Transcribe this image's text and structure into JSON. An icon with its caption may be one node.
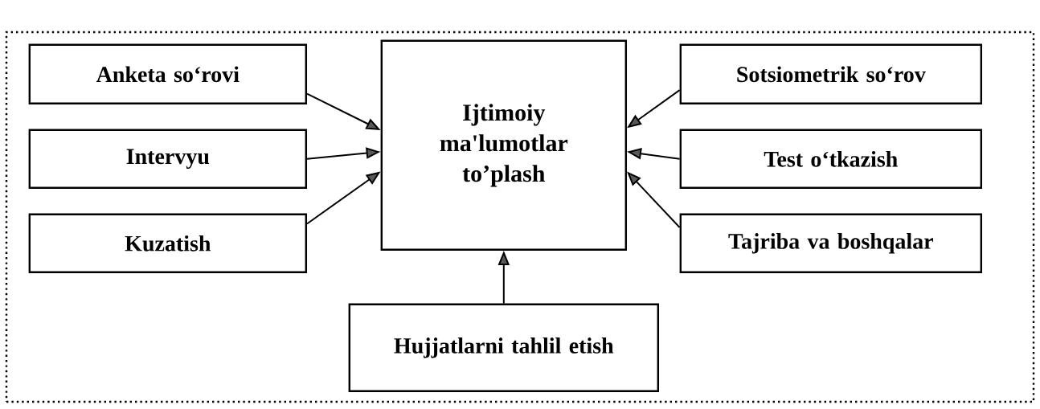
{
  "diagram": {
    "nodes": [
      {
        "text": [],
        "shape": "box"
      },
      {
        "text": [
          "Anketa so‘rovi"
        ],
        "in": 0
      },
      {
        "text": [
          "Intervyu"
        ],
        "in": 0
      },
      {
        "text": [
          "Kuzatish"
        ],
        "in": 0
      },
      {
        "text": [
          "Ijtimoiy ma'lumotlar to’plash"
        ],
        "in": 0
      },
      {
        "text": [
          "Sotsiometrik so‘rov"
        ],
        "in": 0
      },
      {
        "text": [
          "Test o‘tkazish"
        ],
        "in": 0
      },
      {
        "text": [
          "Tajriba va boshqalar"
        ],
        "in": 0
      },
      {
        "text": [
          "Hujjatlarni tahlil etish"
        ],
        "in": 0
      }
    ],
    "edges": [
      {
        "from": 1,
        "to": 4,
        "arrow": "to"
      },
      {
        "from": 2,
        "to": 4,
        "arrow": "to"
      },
      {
        "from": 3,
        "to": 4,
        "arrow": "to"
      },
      {
        "from": 5,
        "to": 4,
        "arrow": "to"
      },
      {
        "from": 6,
        "to": 4,
        "arrow": "to"
      },
      {
        "from": 7,
        "to": 4,
        "arrow": "to"
      },
      {
        "from": 8,
        "to": 4,
        "arrow": "to"
      }
    ]
  }
}
